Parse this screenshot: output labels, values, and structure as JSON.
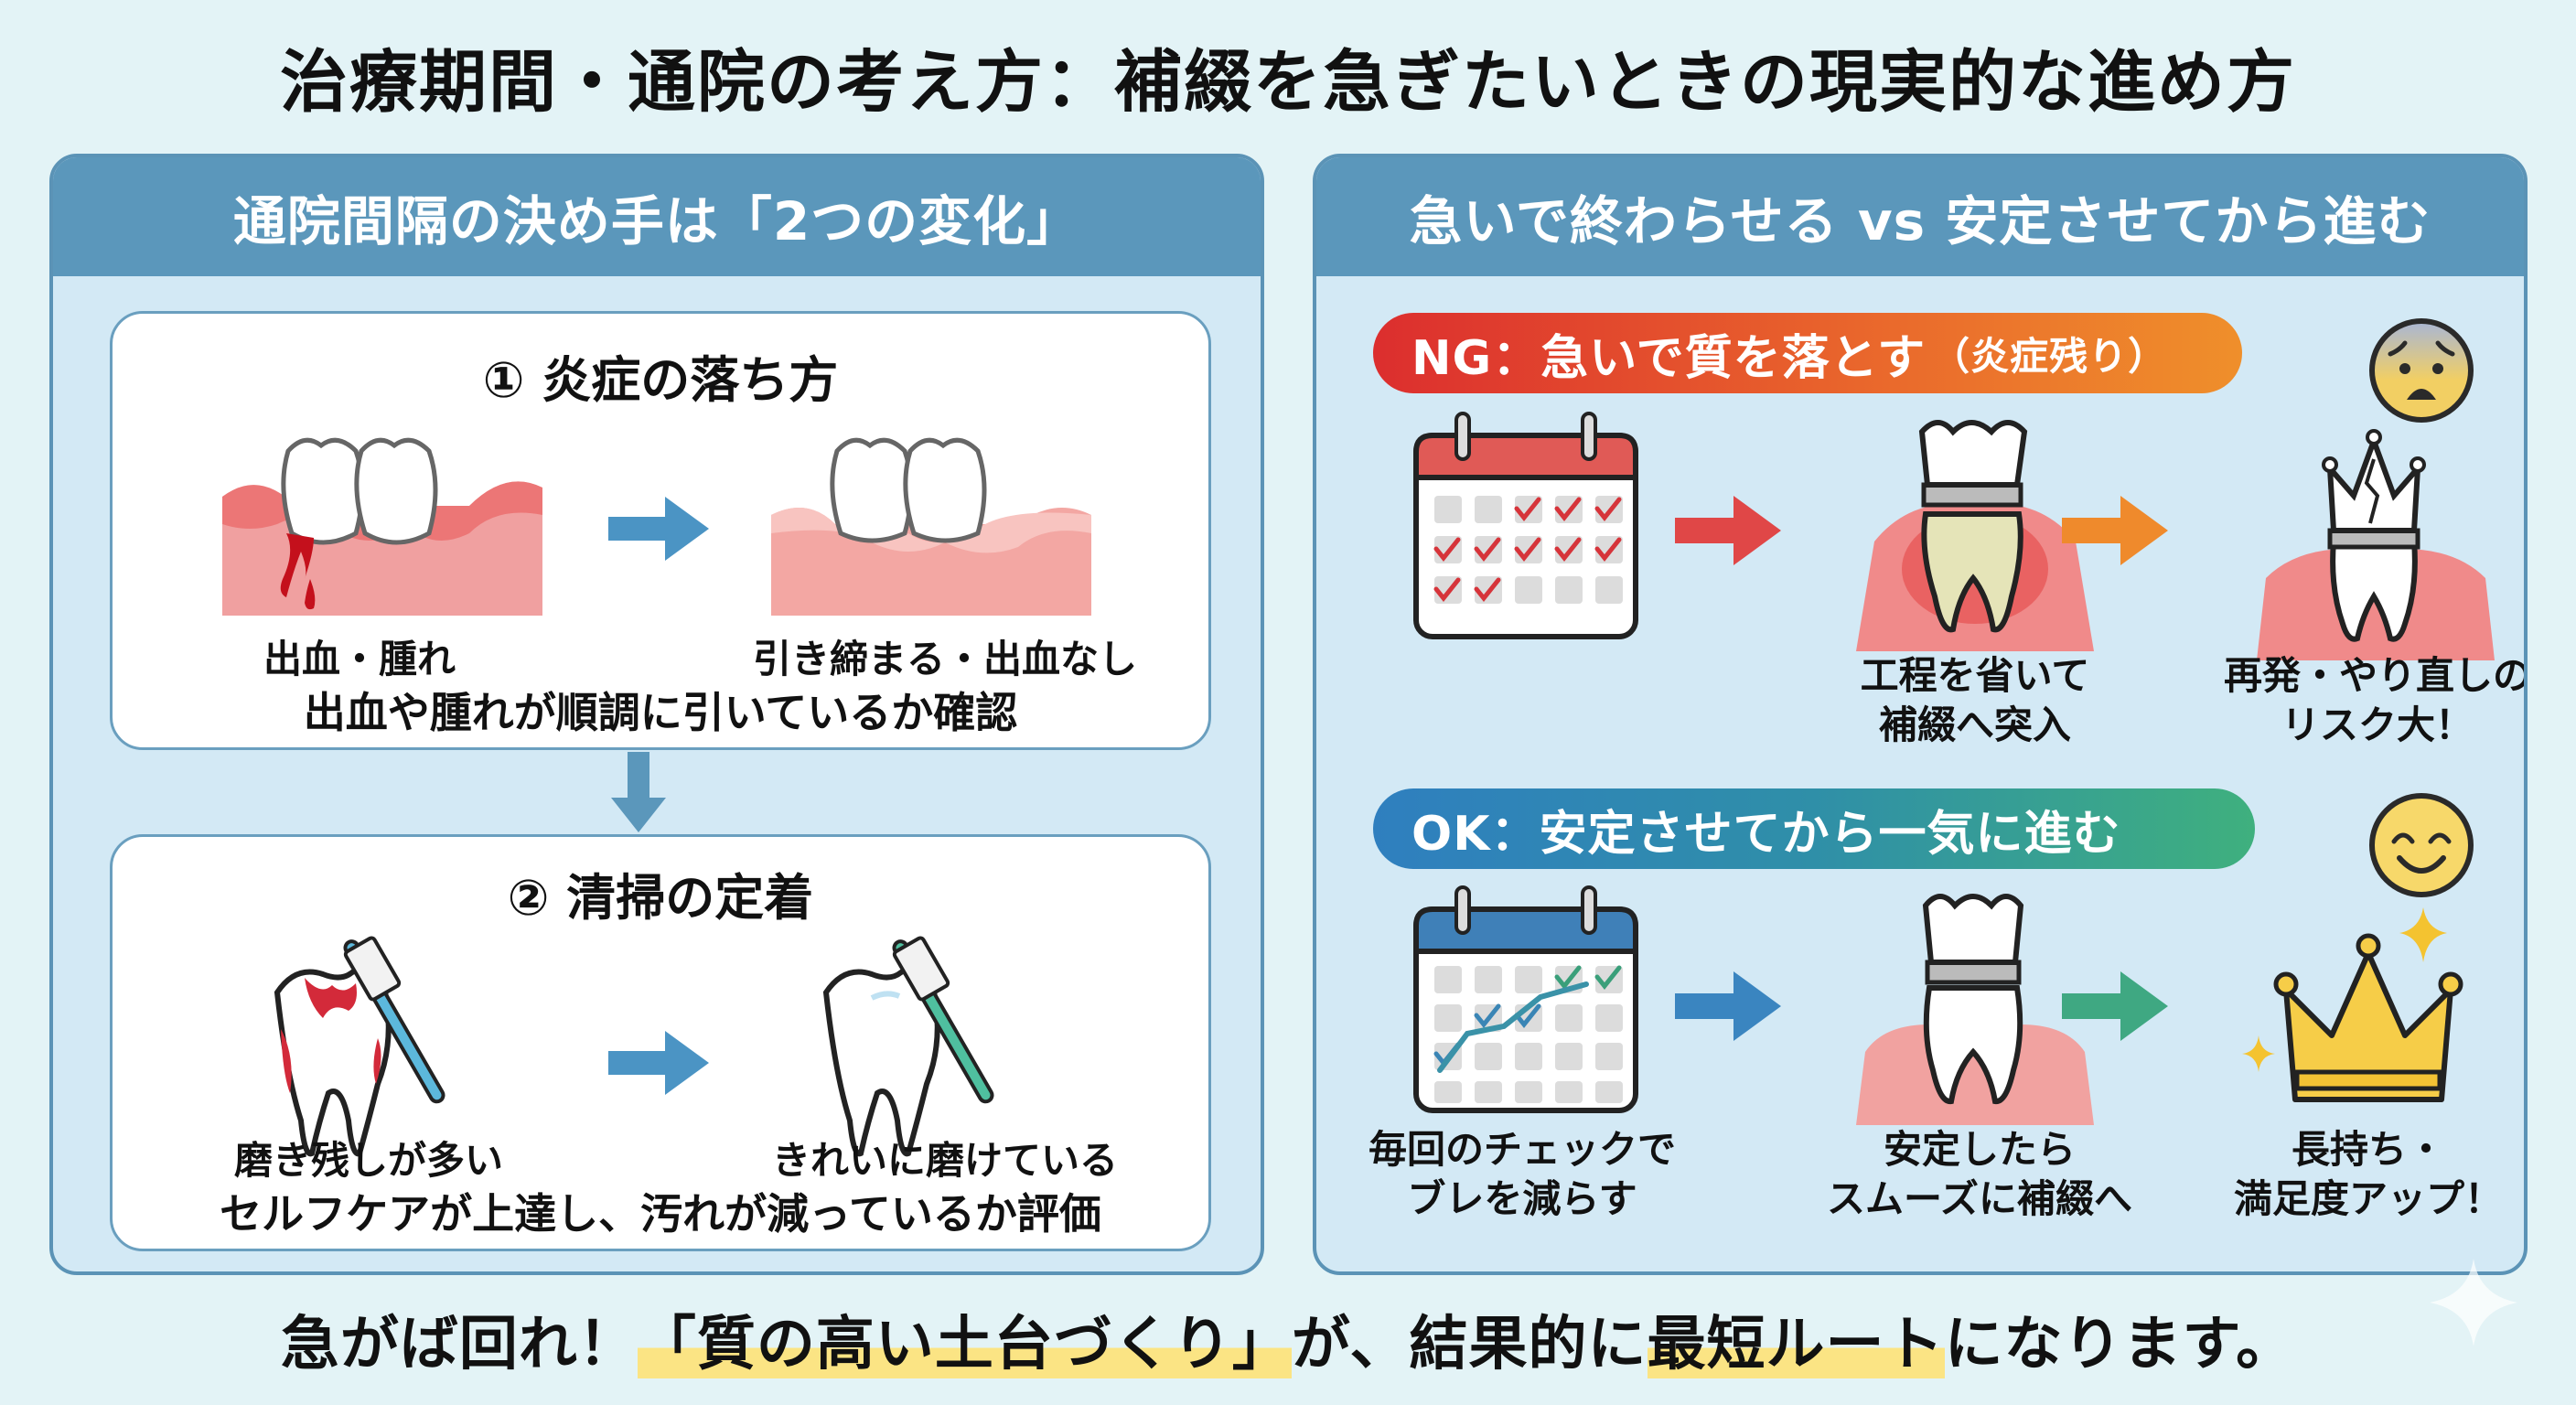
{
  "title": "治療期間・通院の考え方：補綴を急ぎたいときの現実的な進め方",
  "left_panel": {
    "header": "通院間隔の決め手は「2つの変化」",
    "card1": {
      "title": "① 炎症の落ち方",
      "before_label": "出血・腫れ",
      "after_label": "引き締まる・出血なし",
      "description": "出血や腫れが順調に引いているか確認"
    },
    "card2": {
      "title": "② 清掃の定着",
      "before_label": "磨き残しが多い",
      "after_label": "きれいに磨けている",
      "description": "セルフケアが上達し、汚れが減っているか評価"
    }
  },
  "right_panel": {
    "header": "急いで終わらせる vs 安定させてから進む",
    "ng": {
      "label": "NG：急いで質を落とす",
      "sub": "（炎症残り）",
      "face_icon": "anxious-face",
      "step2_lines": [
        "工程を省いて",
        "補綴へ突入"
      ],
      "step3_lines": [
        "再発・やり直しの",
        "リスク大！"
      ]
    },
    "ok": {
      "label": "OK：安定させてから一気に進む",
      "face_icon": "smiling-face",
      "step1_lines": [
        "毎回のチェックで",
        "ブレを減らす"
      ],
      "step2_lines": [
        "安定したら",
        "スムーズに補綴へ"
      ],
      "step3_lines": [
        "長持ち・",
        "満足度アップ！"
      ]
    }
  },
  "footer": {
    "part1": "急がば回れ！",
    "highlight1": "「質の高い土台づくり」",
    "part2": "が、結果的に",
    "highlight2": "最短ルート",
    "part3": "になります。"
  },
  "colors": {
    "header_blue": "#5b97bb",
    "panel_bg": "#d3e9f5",
    "ng_red": "#dc2e2e",
    "ng_orange": "#ef8f2b",
    "ok_blue": "#2f7fbf",
    "ok_green": "#3fb07e",
    "highlight_yellow": "#fbe484"
  }
}
